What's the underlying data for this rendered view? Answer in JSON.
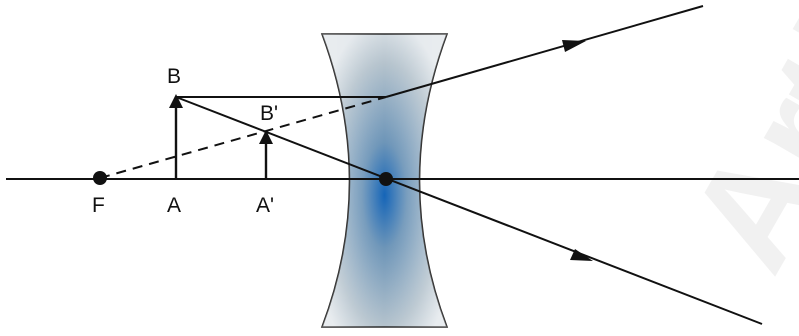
{
  "diagram": {
    "labels": {
      "focus": "F",
      "object_base": "A",
      "object_tip": "B",
      "image_base": "A'",
      "image_tip": "B'"
    },
    "watermark": "Artbook",
    "colors": {
      "lens_edge": "#dbe2e8",
      "lens_mid": "#9aaebb",
      "lens_center": "#1565b8",
      "lens_outline": "#2b2b2b",
      "ray": "#111111"
    }
  }
}
